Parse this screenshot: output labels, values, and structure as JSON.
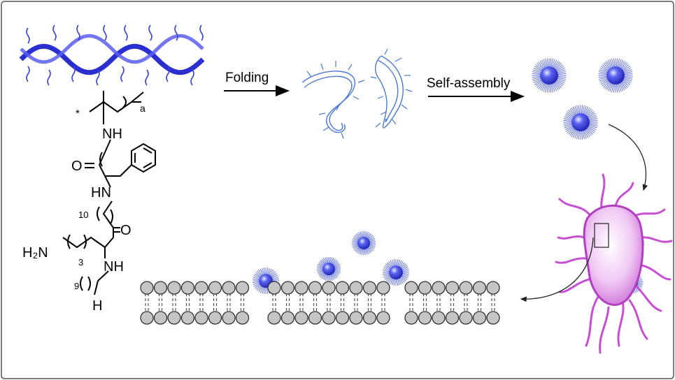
{
  "labels": {
    "folding": "Folding",
    "self_assembly": "Self-assembly"
  },
  "structure": {
    "star": "*",
    "sub_a": "a",
    "nh_top": "NH",
    "o_top": "O",
    "hn_mid": "HN",
    "n10": "10",
    "o_mid": "O",
    "h2n": "H₂N",
    "n3": "3",
    "nh_low": "NH",
    "n9": "9",
    "h_end": "H"
  },
  "colors": {
    "helix": "#2b2fd0",
    "polymer_outline": "#4a78d8",
    "nanoparticle_core": "#2a2ad8",
    "corona": "#3b4fd0",
    "bacterium": "#c45ad0",
    "lipid_head": "#c4c6c4",
    "outline": "#000000"
  },
  "icons": {
    "helix": "polymer-helix-icon",
    "folded_chain": "folded-chain-icon",
    "nanoparticle": "nanoparticle-icon",
    "bacterium": "bacterium-icon",
    "membrane": "lipid-bilayer-icon"
  }
}
